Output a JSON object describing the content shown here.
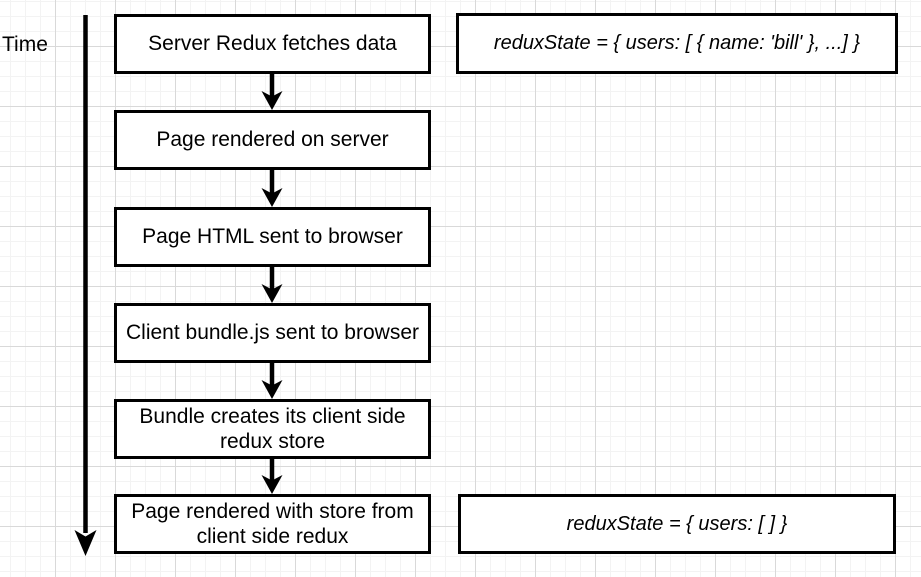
{
  "diagram": {
    "time_axis": {
      "label": "Time"
    },
    "steps": [
      {
        "label": "Server Redux fetches data"
      },
      {
        "label": "Page rendered on server"
      },
      {
        "label": "Page HTML sent to browser"
      },
      {
        "label": "Client bundle.js sent to browser"
      },
      {
        "label": "Bundle creates its client side redux store"
      },
      {
        "label": "Page rendered with store from client side redux"
      }
    ],
    "state_annotations": [
      {
        "text": "reduxState = { users: [ { name: 'bill' }, ...] }"
      },
      {
        "text": "reduxState = { users: [ ] }"
      }
    ],
    "colors": {
      "shape_stroke": "#000000",
      "shape_fill": "#ffffff",
      "text": "#000000",
      "grid_minor": "#f3f3f3",
      "grid_major": "#d9d9d9",
      "background": "#ffffff"
    }
  }
}
